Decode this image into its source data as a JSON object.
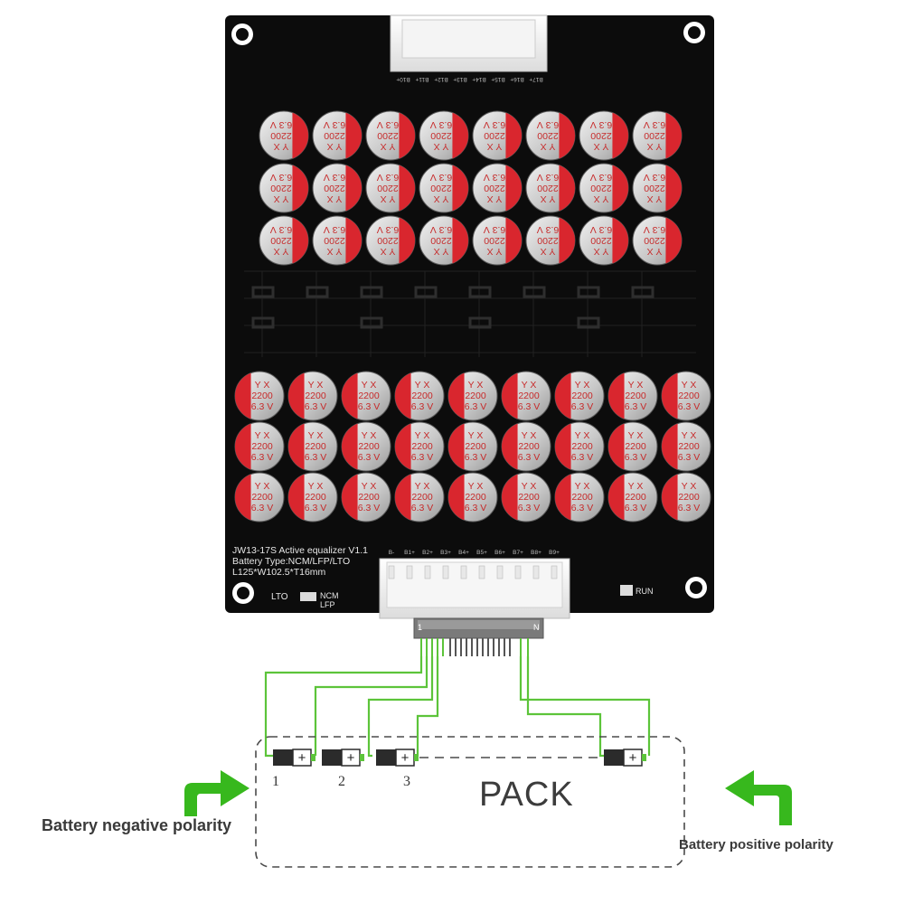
{
  "board": {
    "model_text": "JW13-17S Active equalizer V1.1",
    "battery_type_text": "Battery Type:NCM/LFP/LTO",
    "dimension_text": "L125*W102.5*T16mm",
    "lto_label": "LTO",
    "ncm_label": "NCM",
    "lfp_label": "LFP",
    "run_label": "RUN",
    "top_connector_pins": [
      "B17+",
      "B16+",
      "B15+",
      "B14+",
      "B13+",
      "B12+",
      "B11+",
      "B10+"
    ],
    "bottom_connector_pins": [
      "B-",
      "B1+",
      "B2+",
      "B3+",
      "B4+",
      "B5+",
      "B6+",
      "B7+",
      "B8+",
      "B9+"
    ],
    "top_capacitor_grid": {
      "rows": 3,
      "cols": 8
    },
    "bottom_capacitor_grid": {
      "rows": 3,
      "cols": 9
    }
  },
  "capacitor": {
    "brand": "Y X",
    "value": "2200",
    "voltage": "6.3 V"
  },
  "cable": {
    "pin1": "1",
    "pinN": "N"
  },
  "pack": {
    "label": "PACK",
    "cells": [
      {
        "number": "1",
        "sign": "+"
      },
      {
        "number": "2",
        "sign": "+"
      },
      {
        "number": "3",
        "sign": "+"
      },
      {
        "number": "",
        "sign": "+"
      }
    ]
  },
  "labels": {
    "negative": "Battery negative polarity",
    "positive": "Battery positive polarity"
  },
  "colors": {
    "pcb": "#0c0c0c",
    "wire": "#5cc43a",
    "arrow": "#37b81d",
    "cap_red": "#d9262e",
    "cap_silver": "#cfcfcf"
  }
}
